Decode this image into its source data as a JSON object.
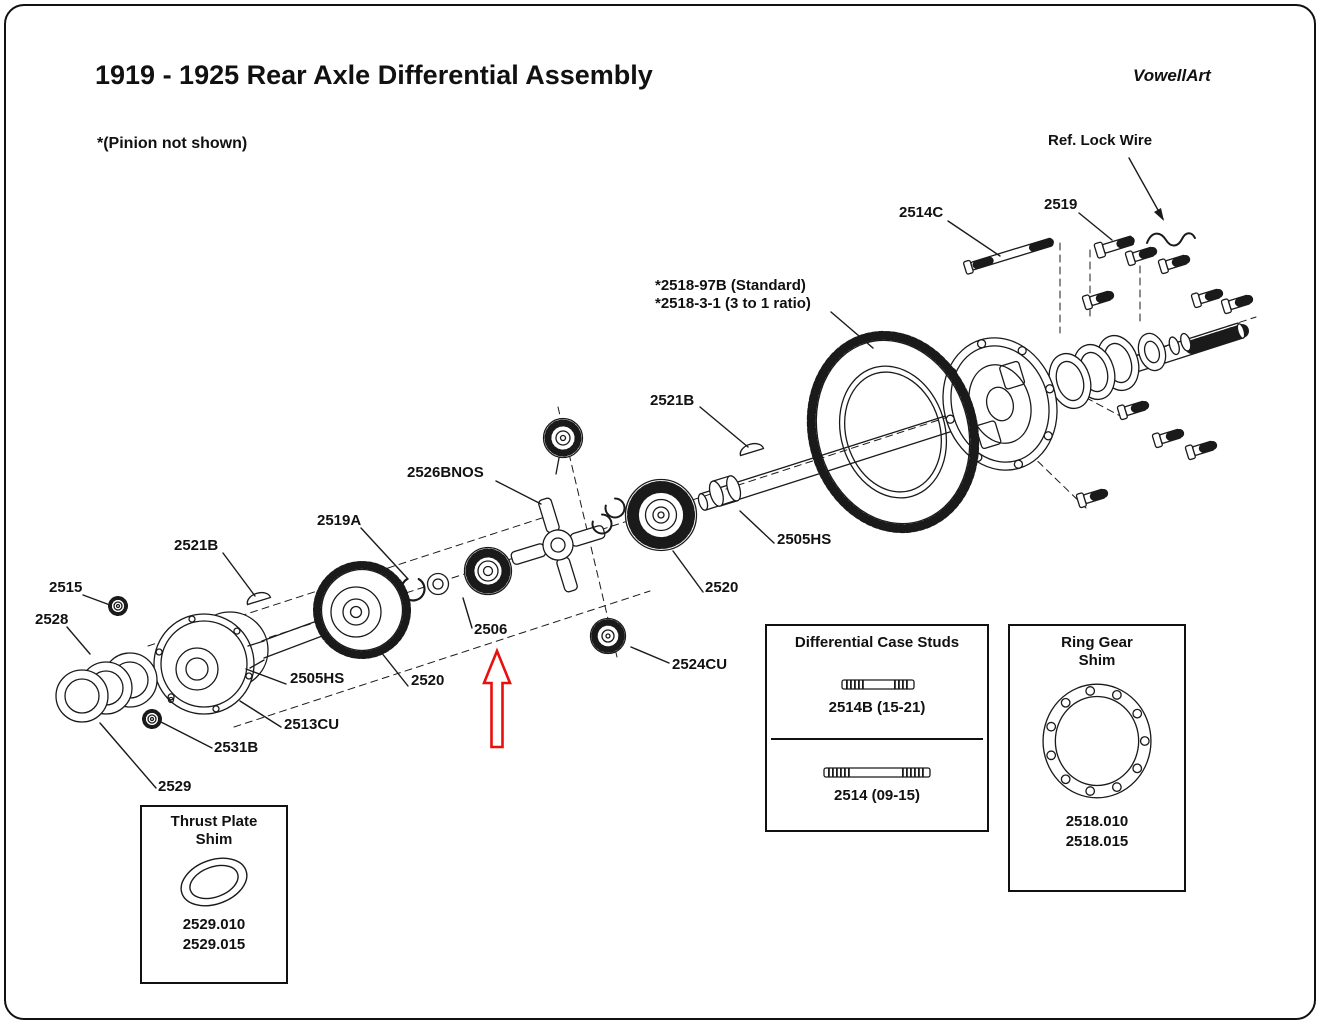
{
  "page": {
    "title": "1919 - 1925 Rear Axle Differential Assembly",
    "credit": "VowellArt",
    "note": "*(Pinion not shown)"
  },
  "callouts": {
    "ref_lock_wire": "Ref. Lock Wire",
    "p2514c": "2514C",
    "p2519": "2519",
    "p2518_standard": "*2518-97B (Standard)",
    "p2518_ratio": "*2518-3-1 (3 to 1 ratio)",
    "p2521b_right": "2521B",
    "p2526bnos": "2526BNOS",
    "p2519a": "2519A",
    "p2521b_left": "2521B",
    "p2515": "2515",
    "p2528": "2528",
    "p2505hs_left": "2505HS",
    "p2520_left": "2520",
    "p2506": "2506",
    "p2505hs_right": "2505HS",
    "p2520_right": "2520",
    "p2524cu": "2524CU",
    "p2513cu": "2513CU",
    "p2531b": "2531B",
    "p2529": "2529"
  },
  "insets": {
    "thrust_plate_shim": {
      "title_line1": "Thrust Plate",
      "title_line2": "Shim",
      "part_numbers": [
        "2529.010",
        "2529.015"
      ]
    },
    "differential_case_studs": {
      "title": "Differential Case Studs",
      "stud_upper": "2514B (15-21)",
      "stud_lower": "2514 (09-15)"
    },
    "ring_gear_shim": {
      "title_line1": "Ring Gear",
      "title_line2": "Shim",
      "part_numbers": [
        "2518.010",
        "2518.015"
      ]
    }
  },
  "colors": {
    "ink": "#1a1a1a",
    "annotation_arrow": "#e8100c"
  }
}
